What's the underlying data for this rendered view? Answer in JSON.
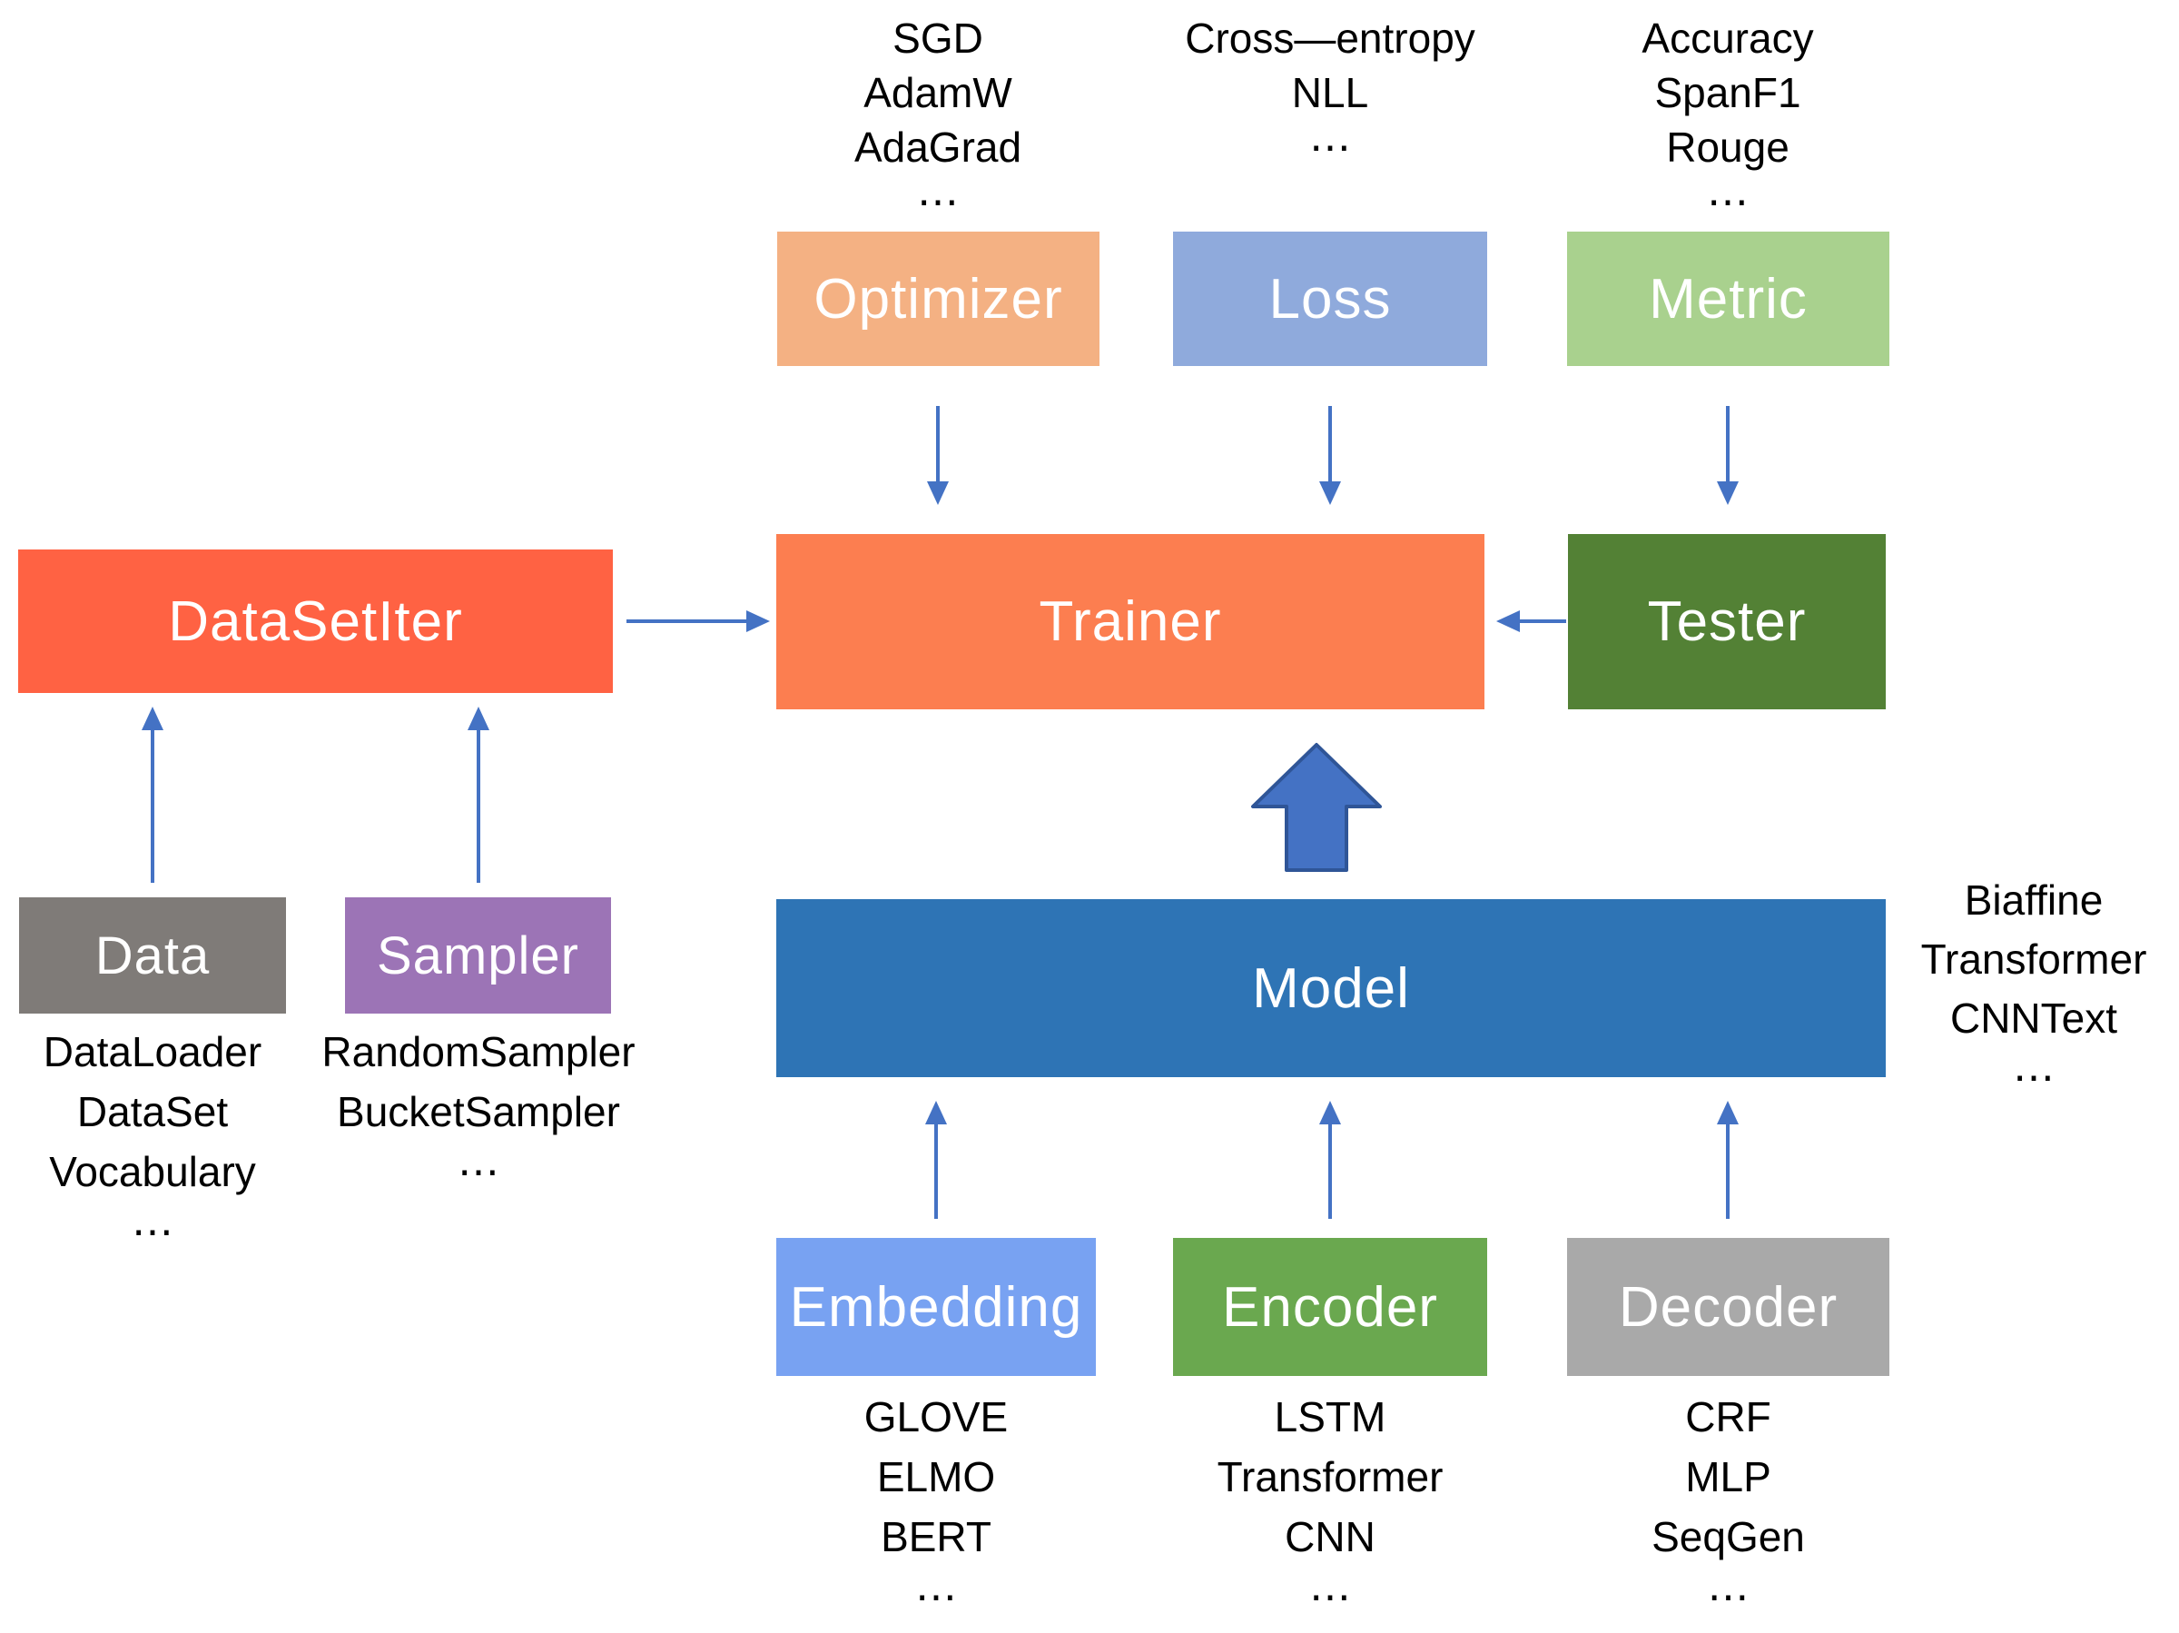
{
  "diagram": {
    "background_color": "#FFFFFF",
    "arrow_color": "#4472C4",
    "block_arrow": {
      "fill": "#4472C4",
      "stroke": "#2F5597"
    },
    "boxes": {
      "optimizer": {
        "label": "Optimizer",
        "color": "#F4B183",
        "examples": [
          "SGD",
          "AdamW",
          "AdaGrad",
          "⋯"
        ]
      },
      "loss": {
        "label": "Loss",
        "color": "#8FAADC",
        "examples": [
          "Cross—entropy",
          "NLL",
          "⋯"
        ]
      },
      "metric": {
        "label": "Metric",
        "color": "#A9D18E",
        "examples": [
          "Accuracy",
          "SpanF1",
          "Rouge",
          "⋯"
        ]
      },
      "datasetiter": {
        "label": "DataSetIter",
        "color": "#FF6243"
      },
      "trainer": {
        "label": "Trainer",
        "color": "#FC7E50"
      },
      "tester": {
        "label": "Tester",
        "color": "#538135"
      },
      "model": {
        "label": "Model",
        "color": "#2E74B5",
        "examples": [
          "Biaffine",
          "Transformer",
          "CNNText",
          "⋯"
        ]
      },
      "data": {
        "label": "Data",
        "color": "#7F7B78",
        "examples": [
          "DataLoader",
          "DataSet",
          "Vocabulary",
          "⋯"
        ]
      },
      "sampler": {
        "label": "Sampler",
        "color": "#9C74B6",
        "examples": [
          "RandomSampler",
          "BucketSampler",
          "⋯"
        ]
      },
      "embedding": {
        "label": "Embedding",
        "color": "#78A2F2",
        "examples": [
          "GLOVE",
          "ELMO",
          "BERT",
          "⋯"
        ]
      },
      "encoder": {
        "label": "Encoder",
        "color": "#6AA84F",
        "examples": [
          "LSTM",
          "Transformer",
          "CNN",
          "⋯"
        ]
      },
      "decoder": {
        "label": "Decoder",
        "color": "#A9A9A9",
        "examples": [
          "CRF",
          "MLP",
          "SeqGen",
          "⋯"
        ]
      }
    }
  }
}
